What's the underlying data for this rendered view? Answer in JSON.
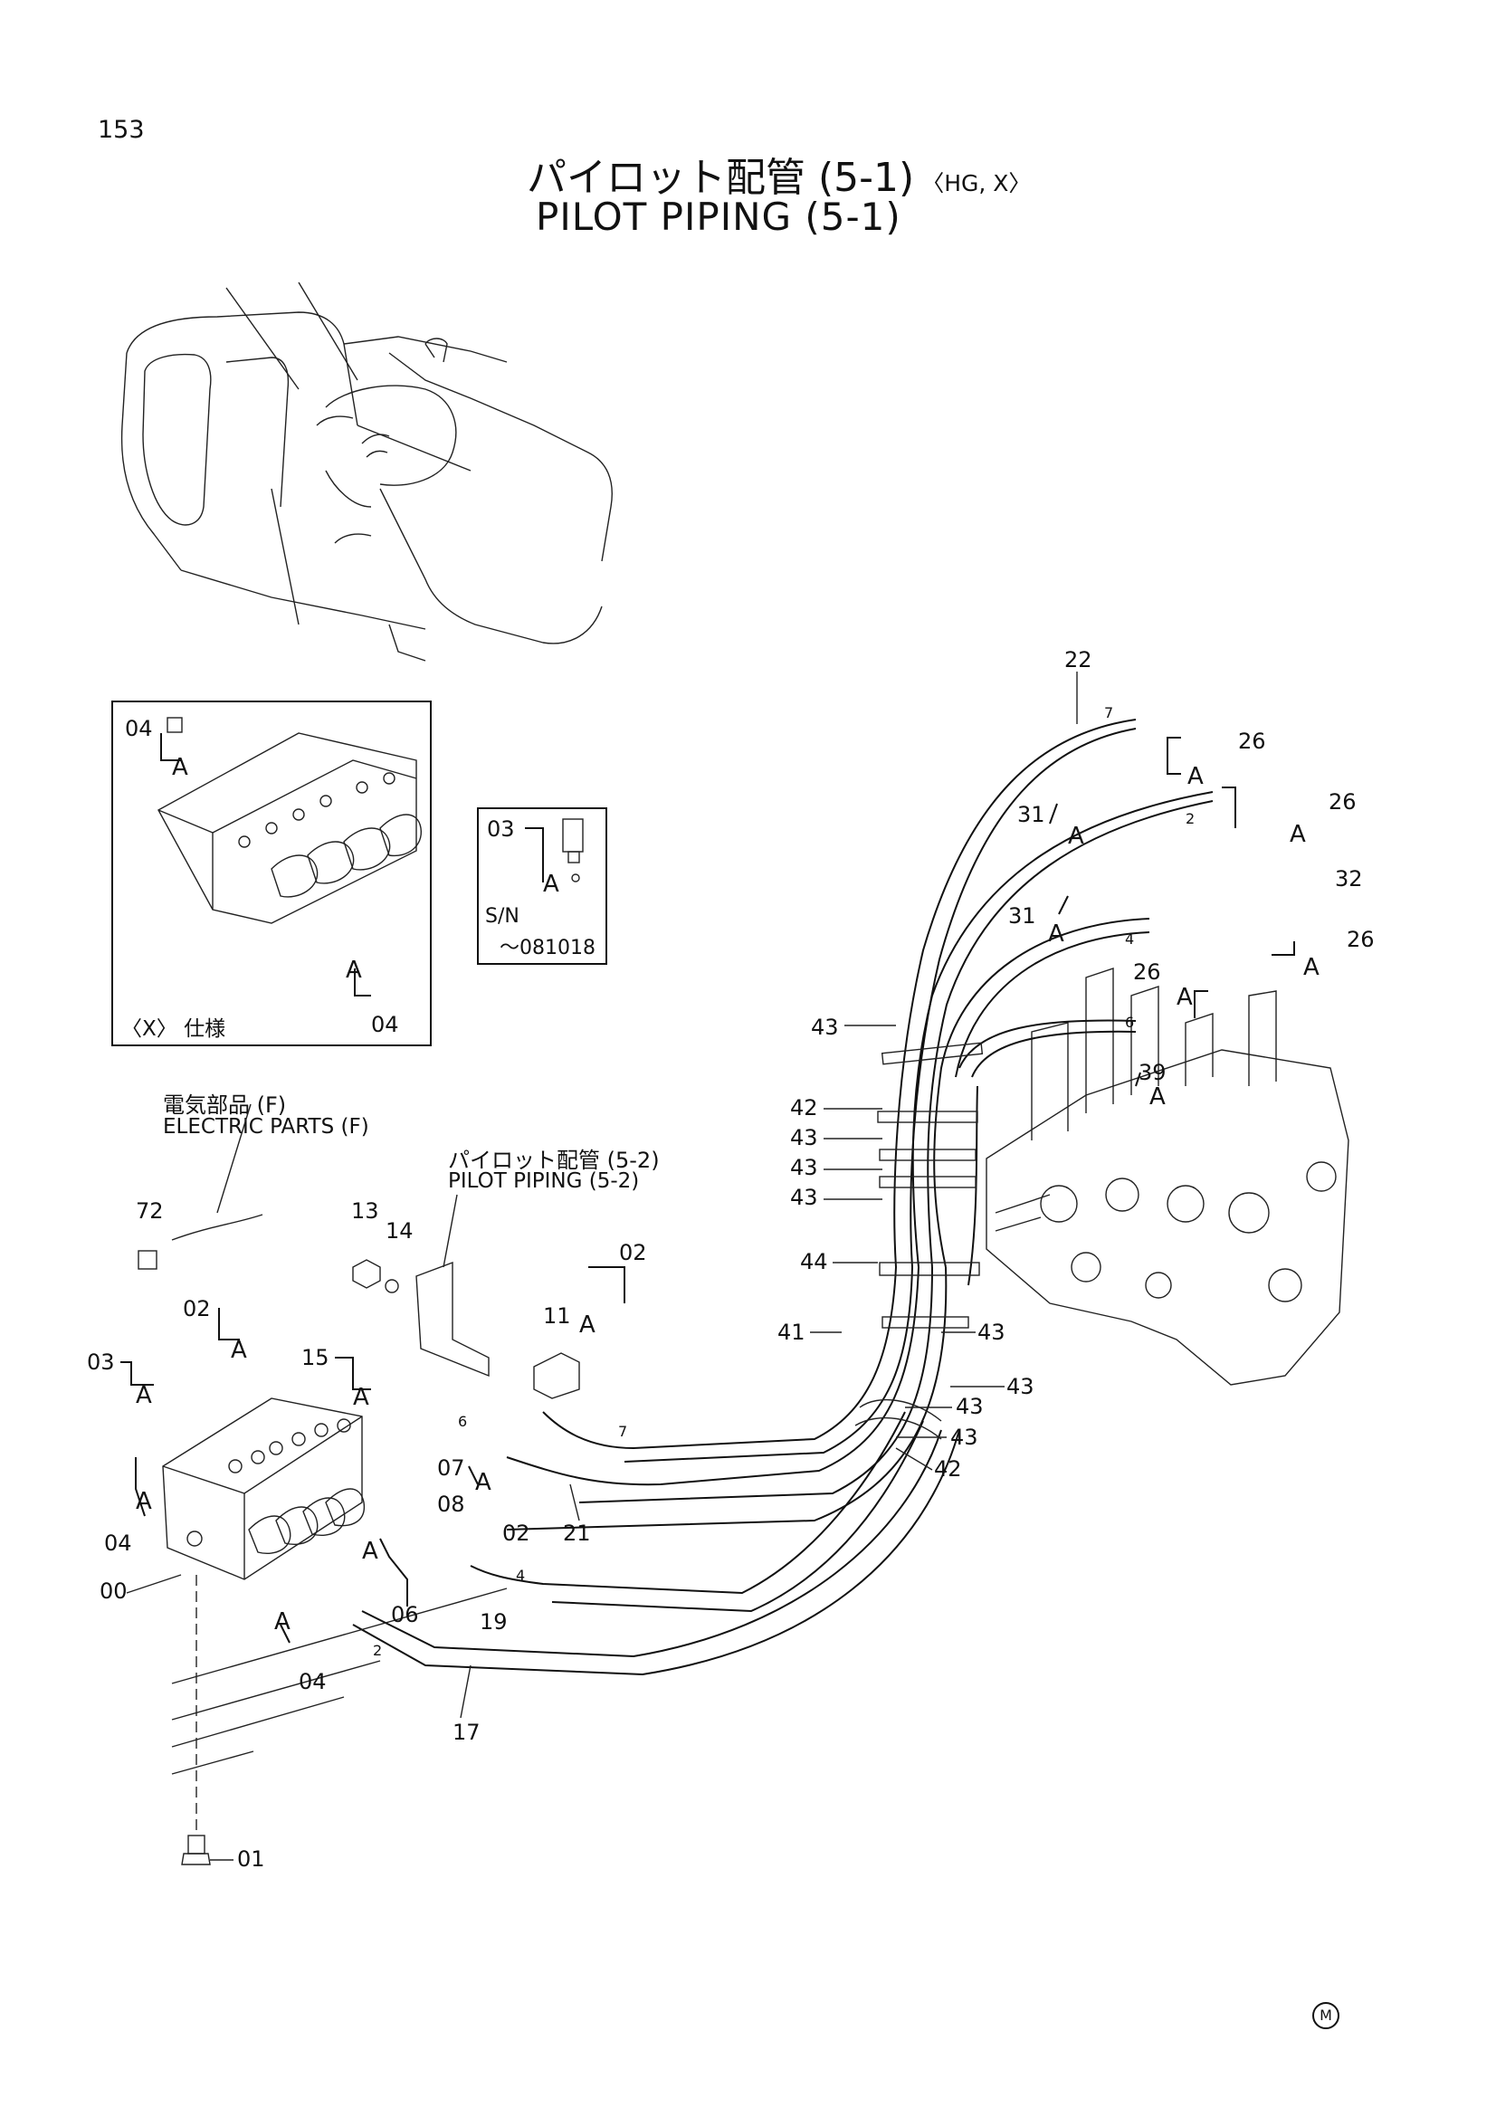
{
  "page_number": "153",
  "title": {
    "jp": "パイロット配管 (5-1)",
    "jp_suffix": "〈HG, X〉",
    "en": "PILOT PIPING (5-1)"
  },
  "references": {
    "pilot_piping_jp": "パイロット配管 (5-2)",
    "pilot_piping_en": "PILOT PIPING (5-2)",
    "electric_jp": "電気部品 (F)",
    "electric_en": "ELECTRIC PARTS (F)"
  },
  "inset_spec": "〈X〉 仕様",
  "serial_inset": {
    "sn": "S/N",
    "range": "～081018"
  },
  "mark": "M",
  "part_labels": [
    {
      "id": "22",
      "text": "22"
    },
    {
      "id": "26a",
      "text": "26"
    },
    {
      "id": "26b",
      "text": "26"
    },
    {
      "id": "26c",
      "text": "26"
    },
    {
      "id": "26d",
      "text": "26"
    },
    {
      "id": "32",
      "text": "32"
    },
    {
      "id": "31a",
      "text": "31"
    },
    {
      "id": "31b",
      "text": "31"
    },
    {
      "id": "39",
      "text": "39"
    },
    {
      "id": "43a",
      "text": "43"
    },
    {
      "id": "42a",
      "text": "42"
    },
    {
      "id": "43b",
      "text": "43"
    },
    {
      "id": "43c",
      "text": "43"
    },
    {
      "id": "43d",
      "text": "43"
    },
    {
      "id": "44",
      "text": "44"
    },
    {
      "id": "41",
      "text": "41"
    },
    {
      "id": "43e",
      "text": "43"
    },
    {
      "id": "43f",
      "text": "43"
    },
    {
      "id": "43g",
      "text": "43"
    },
    {
      "id": "43h",
      "text": "43"
    },
    {
      "id": "42b",
      "text": "42"
    },
    {
      "id": "04a",
      "text": "04"
    },
    {
      "id": "04b",
      "text": "04"
    },
    {
      "id": "03a",
      "text": "03"
    },
    {
      "id": "72",
      "text": "72"
    },
    {
      "id": "13",
      "text": "13"
    },
    {
      "id": "14",
      "text": "14"
    },
    {
      "id": "02a",
      "text": "02"
    },
    {
      "id": "11",
      "text": "11"
    },
    {
      "id": "02b",
      "text": "02"
    },
    {
      "id": "03b",
      "text": "03"
    },
    {
      "id": "15",
      "text": "15"
    },
    {
      "id": "07",
      "text": "07"
    },
    {
      "id": "08",
      "text": "08"
    },
    {
      "id": "02c",
      "text": "02"
    },
    {
      "id": "21",
      "text": "21"
    },
    {
      "id": "04c",
      "text": "04"
    },
    {
      "id": "00",
      "text": "00"
    },
    {
      "id": "06",
      "text": "06"
    },
    {
      "id": "19",
      "text": "19"
    },
    {
      "id": "04d",
      "text": "04"
    },
    {
      "id": "17",
      "text": "17"
    },
    {
      "id": "01",
      "text": "01"
    }
  ],
  "hose_numbers": [
    "7",
    "2",
    "4",
    "6",
    "6",
    "7",
    "4",
    "2"
  ],
  "connector_label": "A"
}
